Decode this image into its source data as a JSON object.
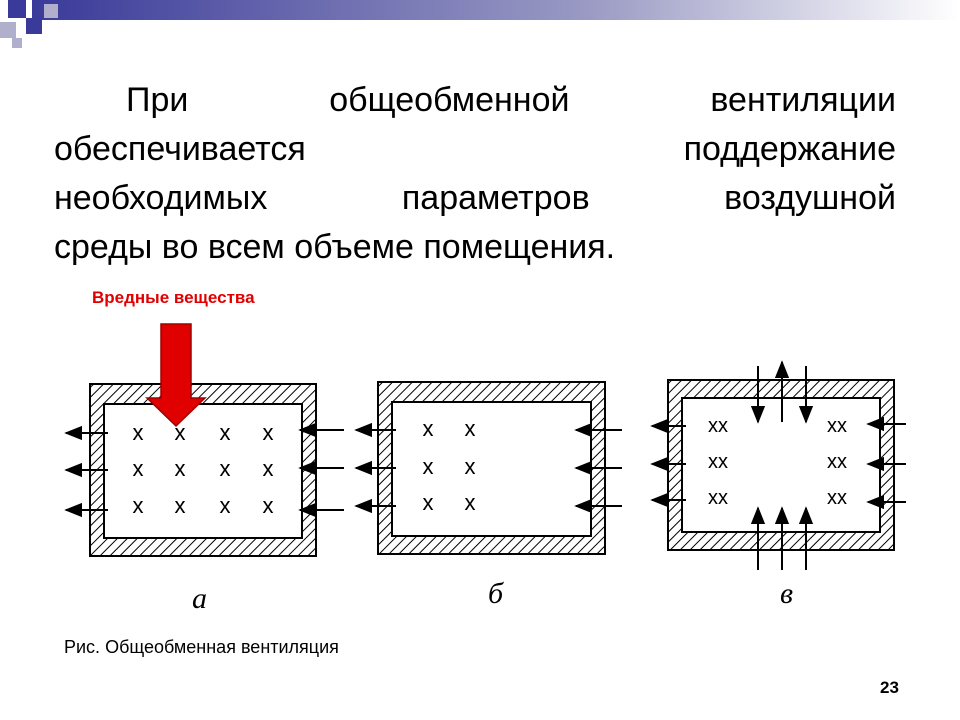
{
  "slide": {
    "main_lines": [
      "При общеобменной вентиляции",
      "обеспечивается поддержание",
      "необходимых параметров воздушной",
      "среды во всем объеме помещения."
    ],
    "harmful_label": "Вредные вещества",
    "figure_letters": [
      "а",
      "б",
      "в"
    ],
    "caption": "Рис. Общеобменная вентиляция",
    "page_number": "23"
  },
  "colors": {
    "accent_blue": "#3a3a9a",
    "accent_light": "#b0b0cc",
    "arrow_red": "#e00000",
    "label_red": "#e00000"
  }
}
